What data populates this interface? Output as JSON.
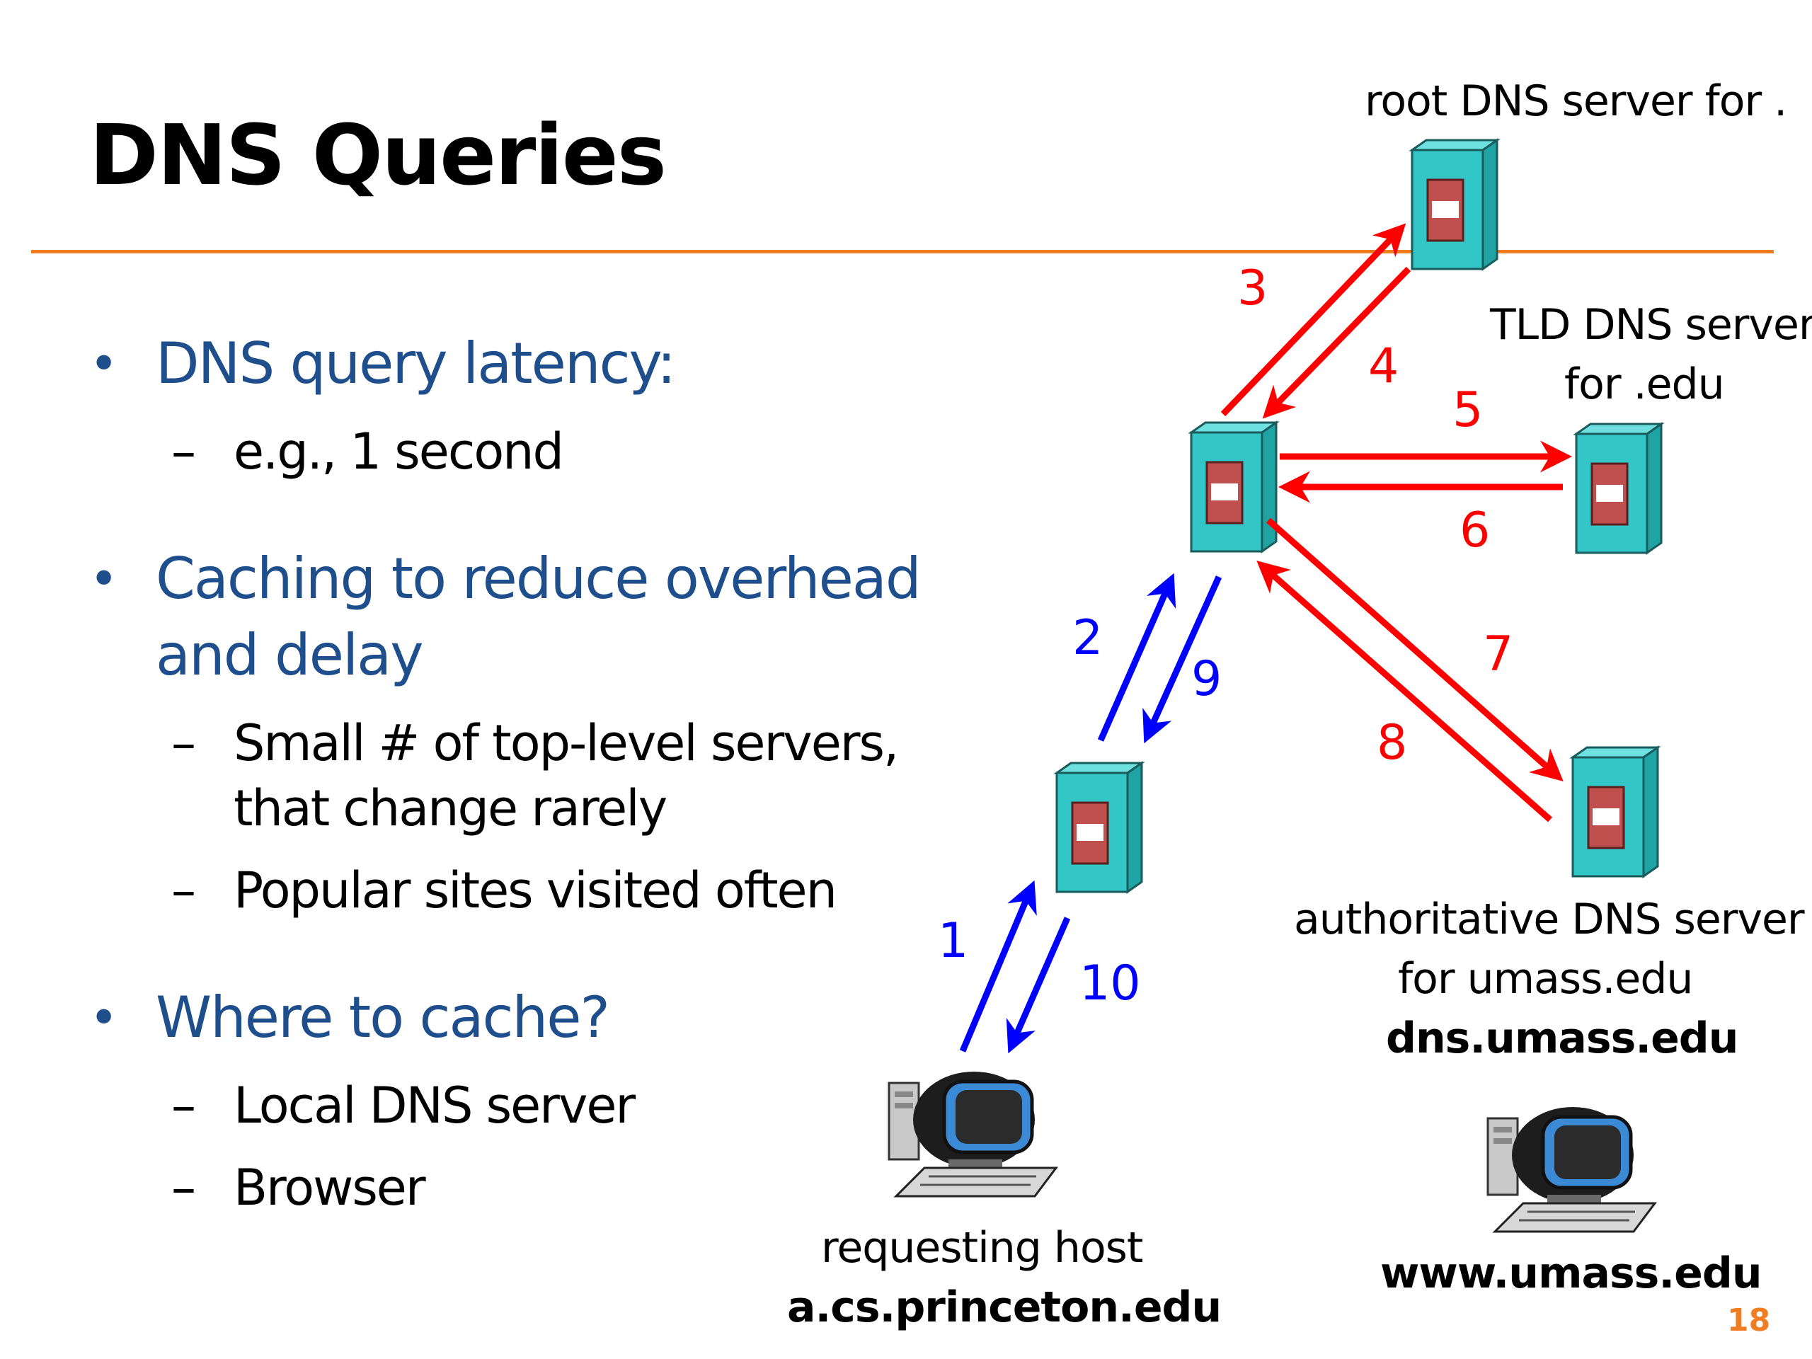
{
  "slide": {
    "title": "DNS Queries",
    "page_number": "18",
    "accent_color": "#f07d22",
    "heading_color": "#1f4e8c"
  },
  "bullets": [
    {
      "text": "DNS query latency:",
      "subitems": [
        "e.g., 1 second"
      ]
    },
    {
      "text": "Caching to reduce overhead and delay",
      "subitems": [
        "Small # of top-level servers, that change rarely",
        "Popular sites visited often"
      ]
    },
    {
      "text": "Where to cache?",
      "subitems": [
        "Local DNS server",
        "Browser"
      ]
    }
  ],
  "diagram": {
    "root_label": "root DNS server for .",
    "tld_label_line1": "TLD DNS server",
    "tld_label_line2": "for .edu",
    "auth_label_line1": "authoritative DNS server",
    "auth_label_line2": "for umass.edu",
    "auth_hostname": "dns.umass.edu",
    "web_hostname": "www.umass.edu",
    "host_label": "requesting host",
    "host_hostname": "a.cs.princeton.edu",
    "steps": [
      "1",
      "2",
      "3",
      "4",
      "5",
      "6",
      "7",
      "8",
      "9",
      "10"
    ],
    "colors": {
      "local_path": "#0000ff",
      "remote_path": "#ff0000",
      "server_body": "#33c6c6",
      "server_panel": "#c0504d"
    },
    "icons": [
      "server-icon",
      "computer-icon"
    ]
  }
}
